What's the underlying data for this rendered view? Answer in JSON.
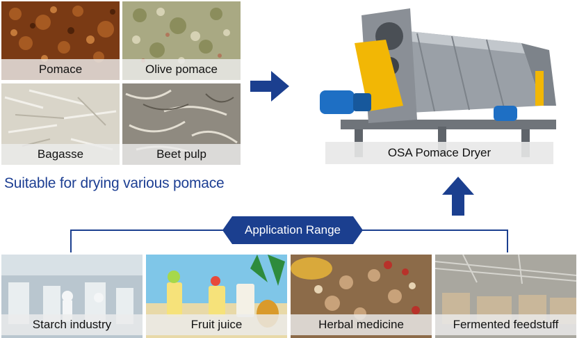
{
  "materials": [
    {
      "label": "Pomace"
    },
    {
      "label": "Olive pomace"
    },
    {
      "label": "Bagasse"
    },
    {
      "label": "Beet pulp"
    }
  ],
  "headline": "Suitable for drying various pomace",
  "product": {
    "label": "OSA Pomace Dryer"
  },
  "application": {
    "title": "Application Range",
    "items": [
      {
        "label": "Starch industry"
      },
      {
        "label": "Fruit juice"
      },
      {
        "label": "Herbal medicine"
      },
      {
        "label": "Fermented feedstuff"
      }
    ]
  },
  "colors": {
    "accent": "#1d3f93",
    "arrow": "#1b3f8f",
    "machine_gray": "#8a8f96",
    "motor_blue": "#1e6fc4",
    "guard_yellow": "#f2b705"
  }
}
